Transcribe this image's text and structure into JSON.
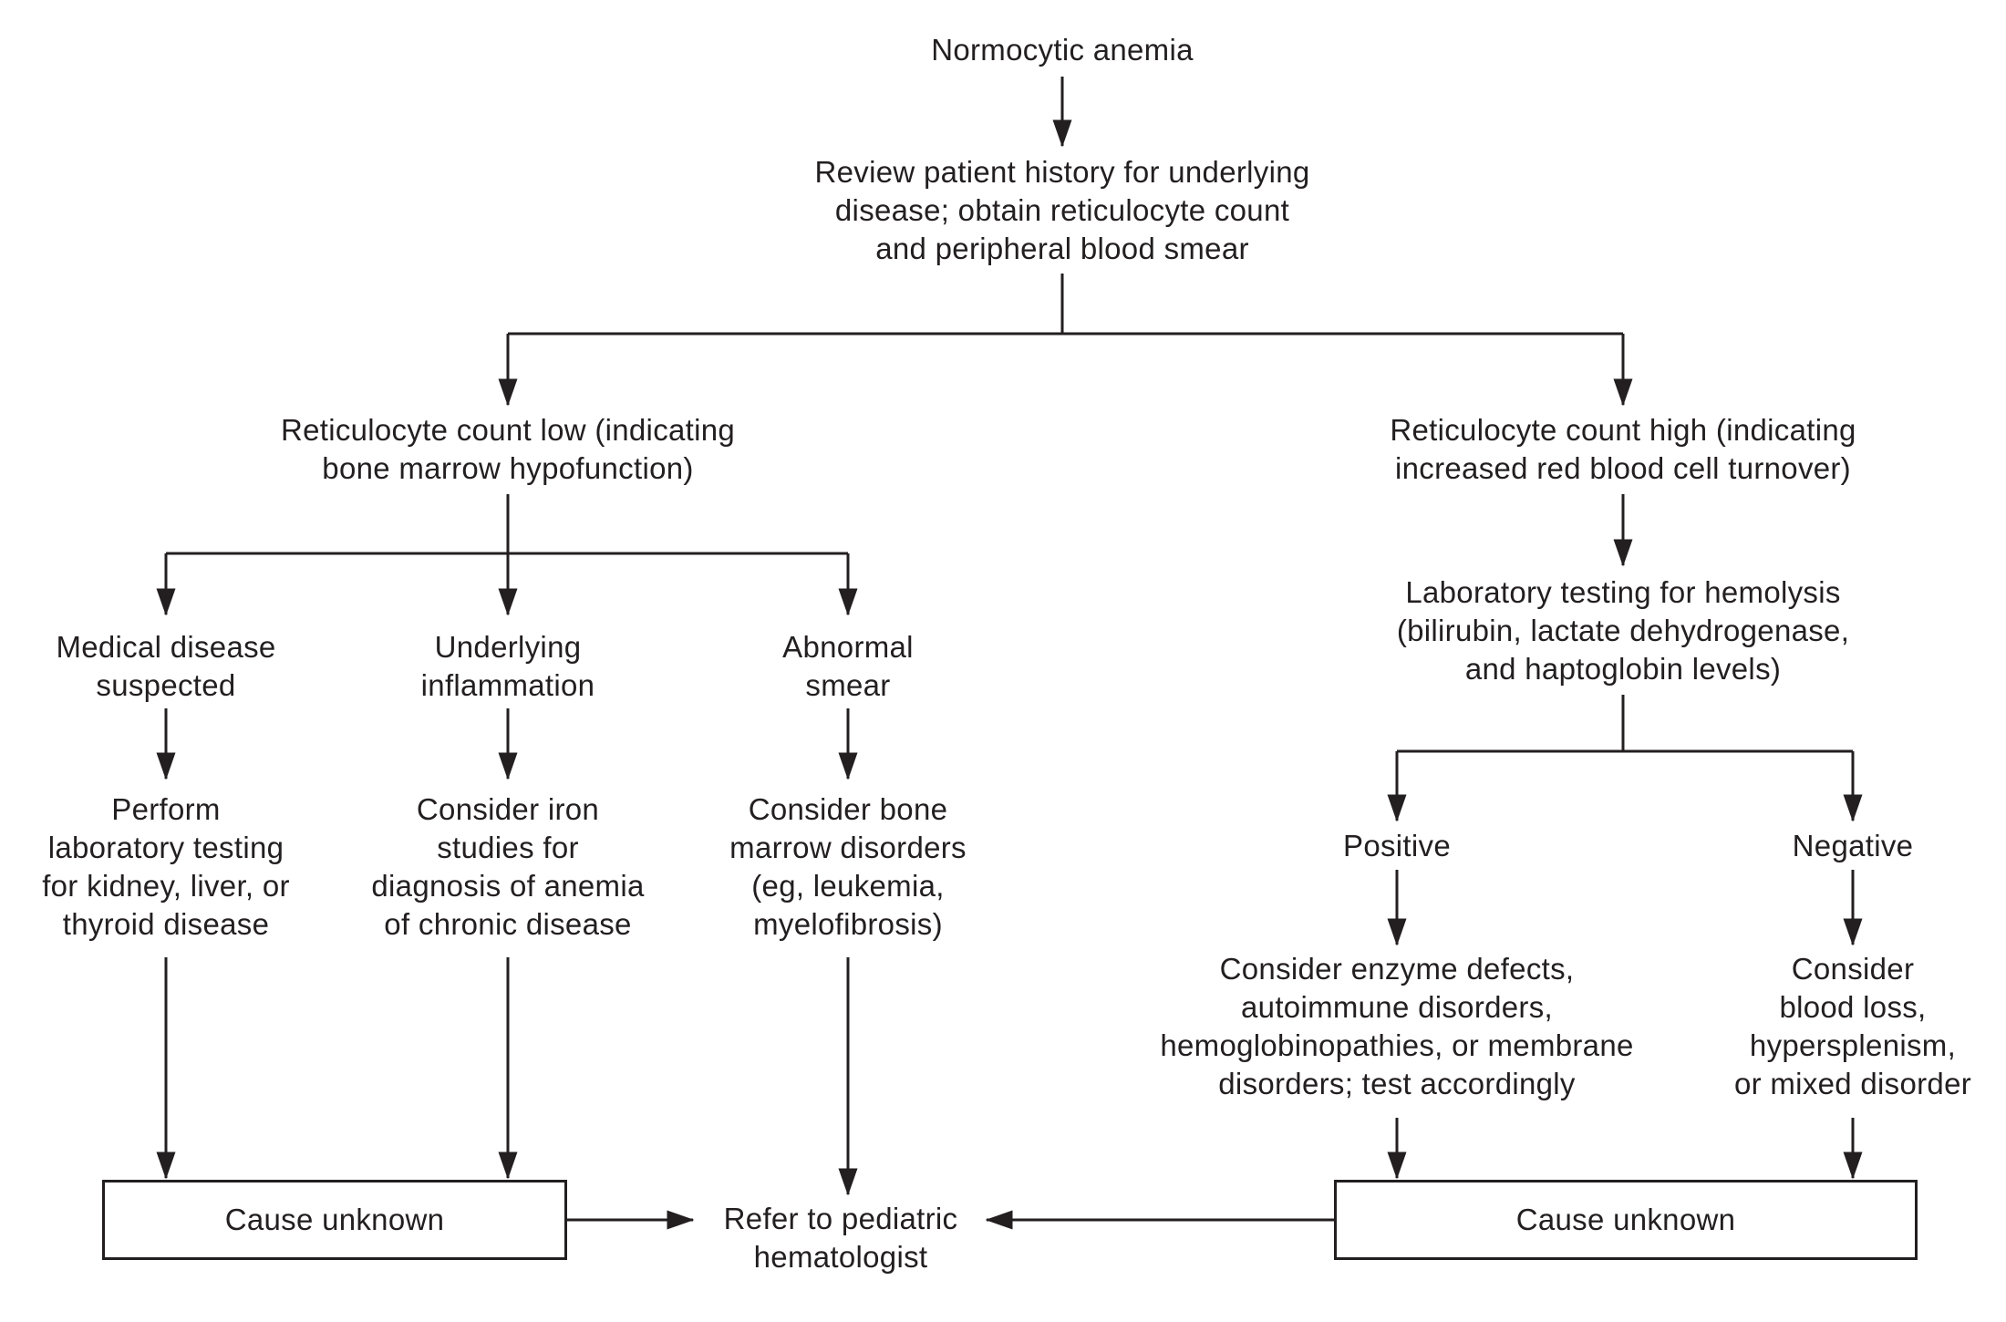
{
  "colors": {
    "ink": "#231f20",
    "background": "#ffffff"
  },
  "flowchart": {
    "nodes": {
      "normocytic_anemia": [
        "Normocytic anemia"
      ],
      "review_history": [
        "Review patient history for underlying",
        "disease; obtain reticulocyte count",
        "and peripheral blood smear"
      ],
      "retic_low": [
        "Reticulocyte count low (indicating",
        "bone marrow hypofunction)"
      ],
      "retic_high": [
        "Reticulocyte count high (indicating",
        "increased red blood cell turnover)"
      ],
      "medical_disease": [
        "Medical disease",
        "suspected"
      ],
      "underlying_inflammation": [
        "Underlying",
        "inflammation"
      ],
      "abnormal_smear": [
        "Abnormal",
        "smear"
      ],
      "perform_lab_testing": [
        "Perform",
        "laboratory testing",
        "for kidney, liver, or",
        "thyroid disease"
      ],
      "iron_studies": [
        "Consider iron",
        "studies for",
        "diagnosis of anemia",
        "of chronic disease"
      ],
      "bone_marrow_disorders": [
        "Consider bone",
        "marrow disorders",
        "(eg, leukemia,",
        "myelofibrosis)"
      ],
      "hemolysis_testing": [
        "Laboratory testing for hemolysis",
        "(bilirubin, lactate dehydrogenase,",
        "and haptoglobin levels)"
      ],
      "positive": [
        "Positive"
      ],
      "negative": [
        "Negative"
      ],
      "enzyme_defects": [
        "Consider enzyme defects,",
        "autoimmune disorders,",
        "hemoglobinopathies, or membrane",
        "disorders; test accordingly"
      ],
      "blood_loss": [
        "Consider",
        "blood loss,",
        "hypersplenism,",
        "or mixed disorder"
      ],
      "cause_unknown_left": [
        "Cause unknown"
      ],
      "cause_unknown_right": [
        "Cause unknown"
      ],
      "refer_hematologist": [
        "Refer to pediatric",
        "hematologist"
      ]
    }
  }
}
